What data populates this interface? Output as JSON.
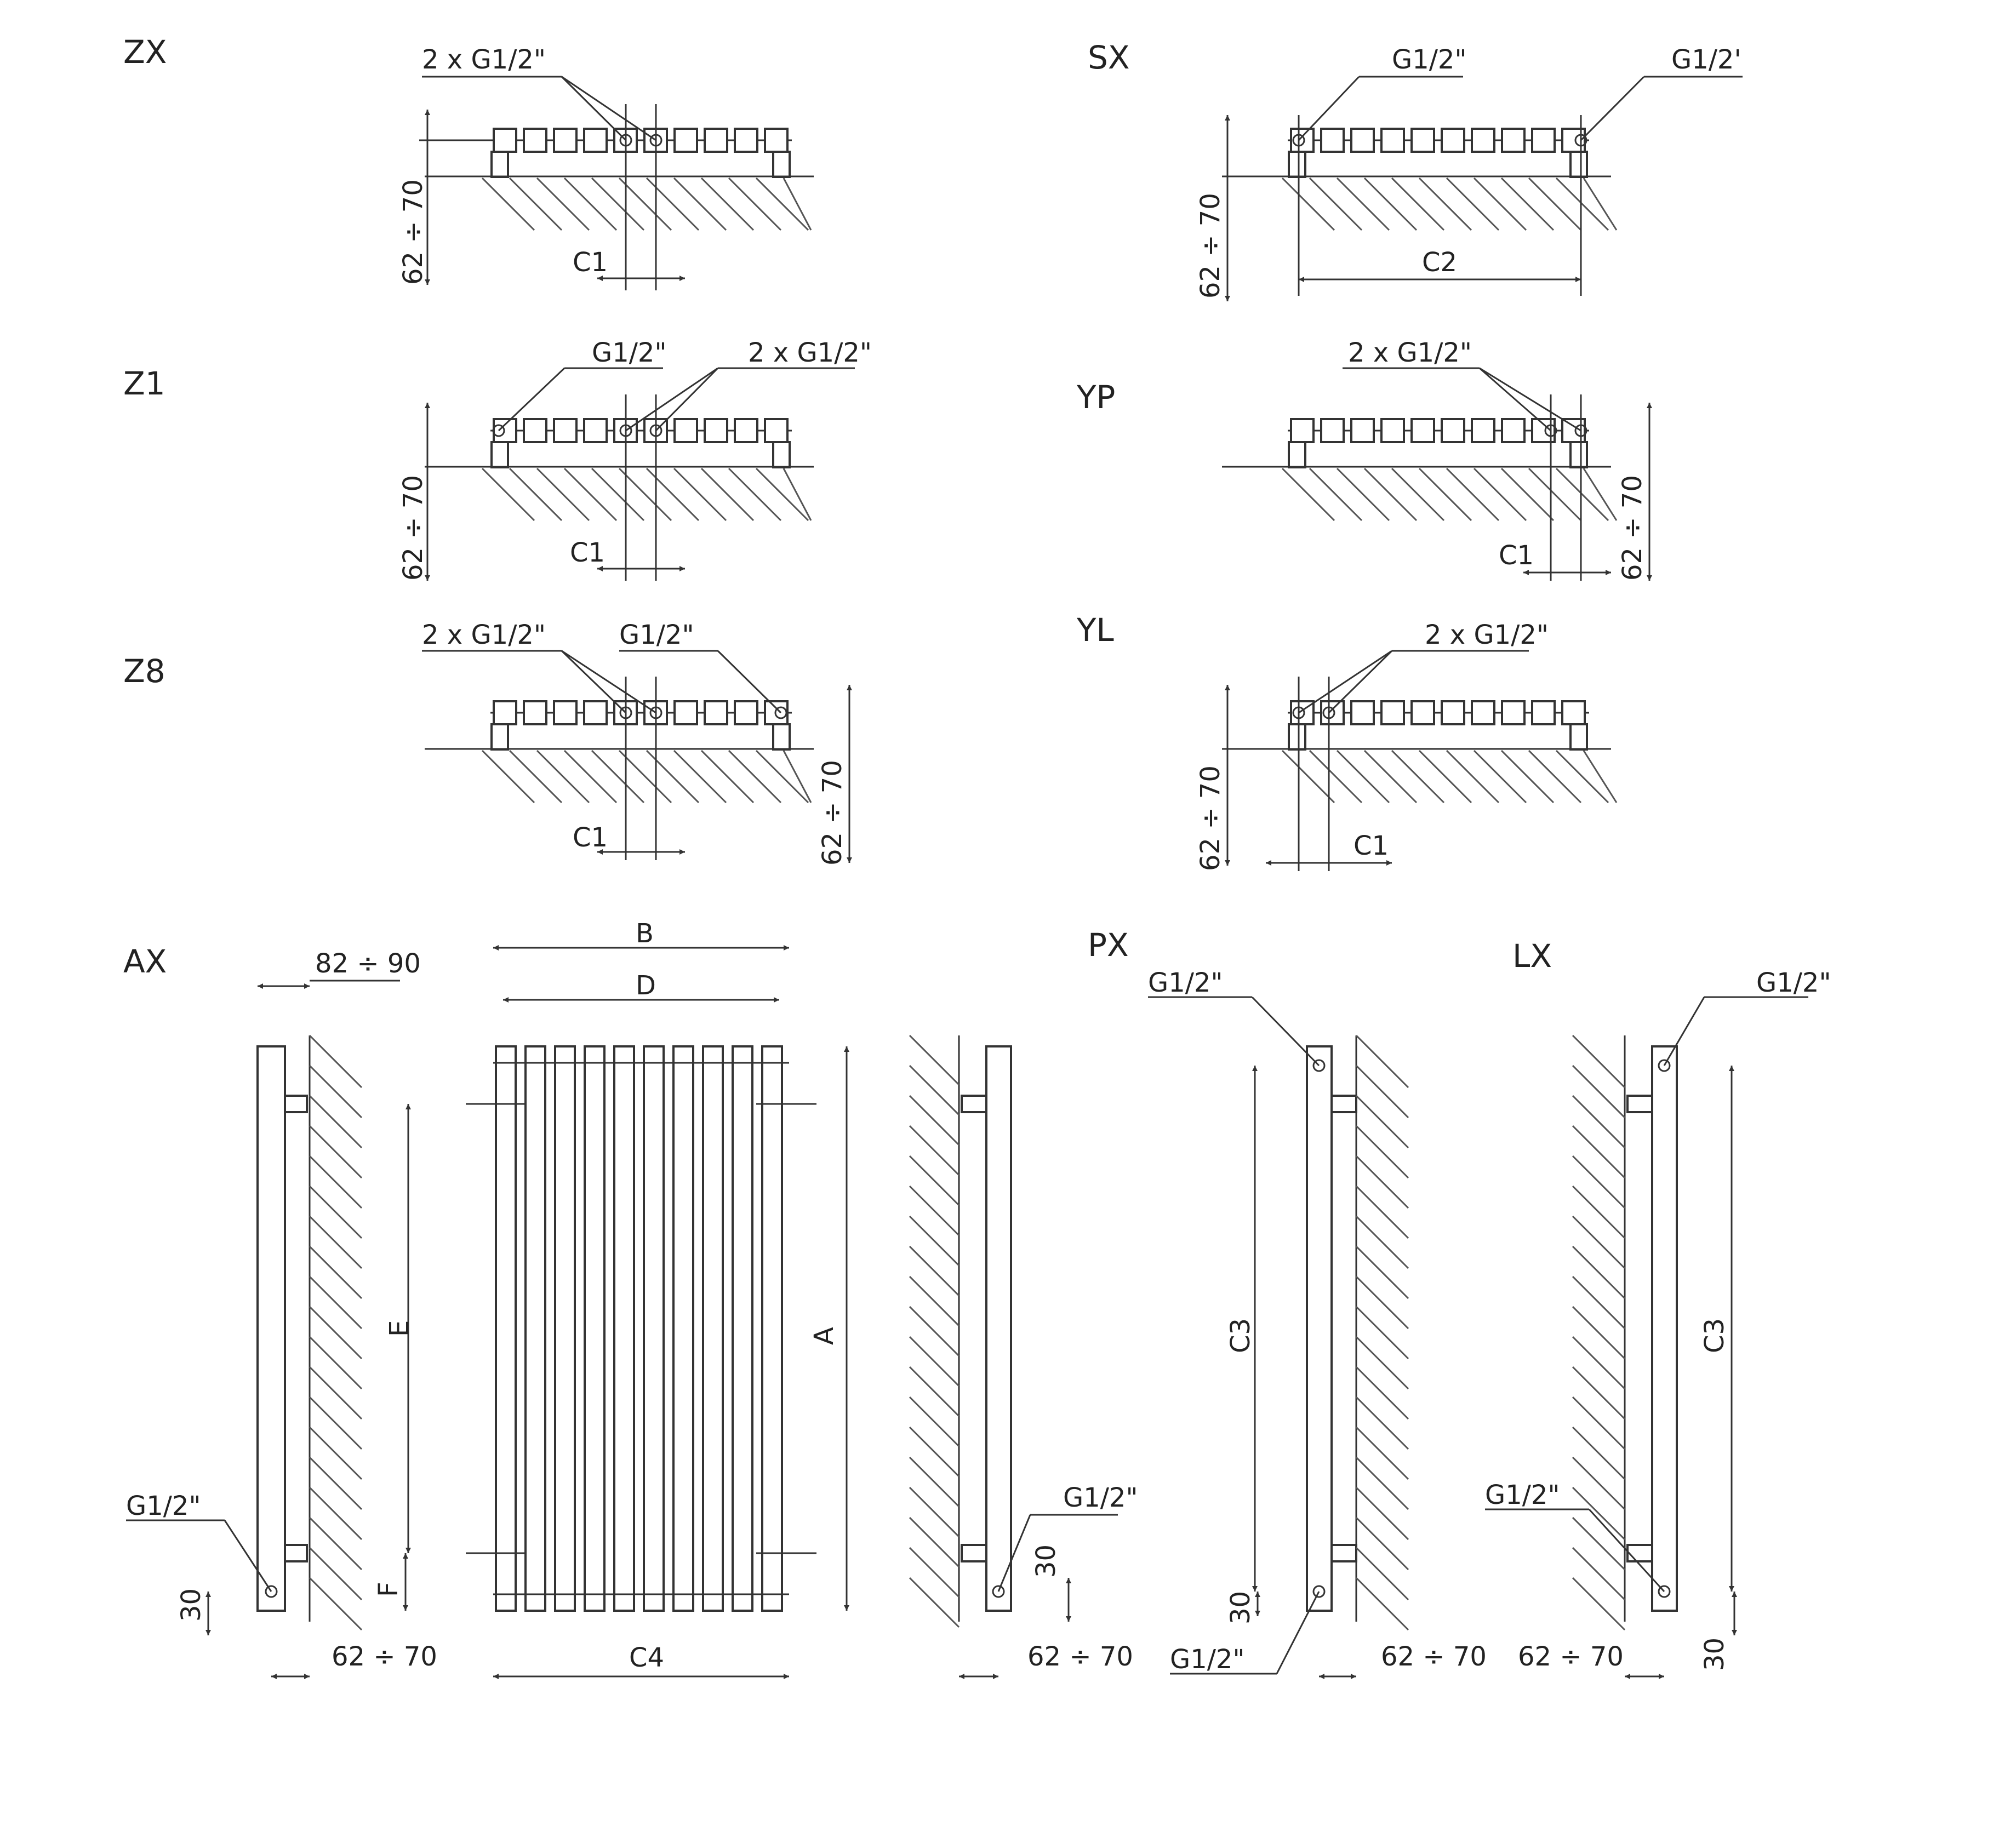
{
  "colors": {
    "line": "#333333",
    "hatch": "#555555",
    "text": "#222222",
    "background": "#ffffff"
  },
  "views": {
    "zx": {
      "label": "ZX",
      "conn": "2 x G1/2\"",
      "height_dim": "62 ÷ 70",
      "c_dim": "C1"
    },
    "sx": {
      "label": "SX",
      "conn_left": "G1/2\"",
      "conn_right": "G1/2'",
      "height_dim": "62 ÷ 70",
      "c_dim": "C2"
    },
    "z1": {
      "label": "Z1",
      "conn_left": "G1/2\"",
      "conn_right": "2 x G1/2\"",
      "height_dim": "62 ÷ 70",
      "c_dim": "C1"
    },
    "yp": {
      "label": "YP",
      "conn": "2 x G1/2\"",
      "height_dim": "62 ÷ 70",
      "c_dim": "C1"
    },
    "z8": {
      "label": "Z8",
      "conn_left": "2 x G1/2\"",
      "conn_right": "G1/2\"",
      "height_dim": "62 ÷ 70",
      "c_dim": "C1"
    },
    "yl": {
      "label": "YL",
      "conn": "2 x G1/2\"",
      "height_dim": "62 ÷ 70",
      "c_dim": "C1"
    },
    "ax": {
      "label": "AX",
      "depth_dim": "82 ÷ 90",
      "conn": "G1/2\"",
      "dim_30": "30",
      "wall_dim": "62 ÷ 70",
      "e_dim": "E",
      "f_dim": "F"
    },
    "front": {
      "b_dim": "B",
      "d_dim": "D",
      "a_dim": "A",
      "c4_dim": "C4"
    },
    "side": {
      "conn": "G1/2\"",
      "dim_30": "30",
      "wall_dim": "62 ÷ 70"
    },
    "px": {
      "label": "PX",
      "conn_top": "G1/2\"",
      "conn_bottom": "G1/2\"",
      "c3_dim": "C3",
      "dim_30": "30",
      "wall_dim": "62 ÷ 70"
    },
    "lx": {
      "label": "LX",
      "conn_top": "G1/2\"",
      "conn_bottom": "G1/2\"",
      "c3_dim": "C3",
      "dim_30": "30",
      "wall_dim": "62 ÷ 70"
    }
  }
}
